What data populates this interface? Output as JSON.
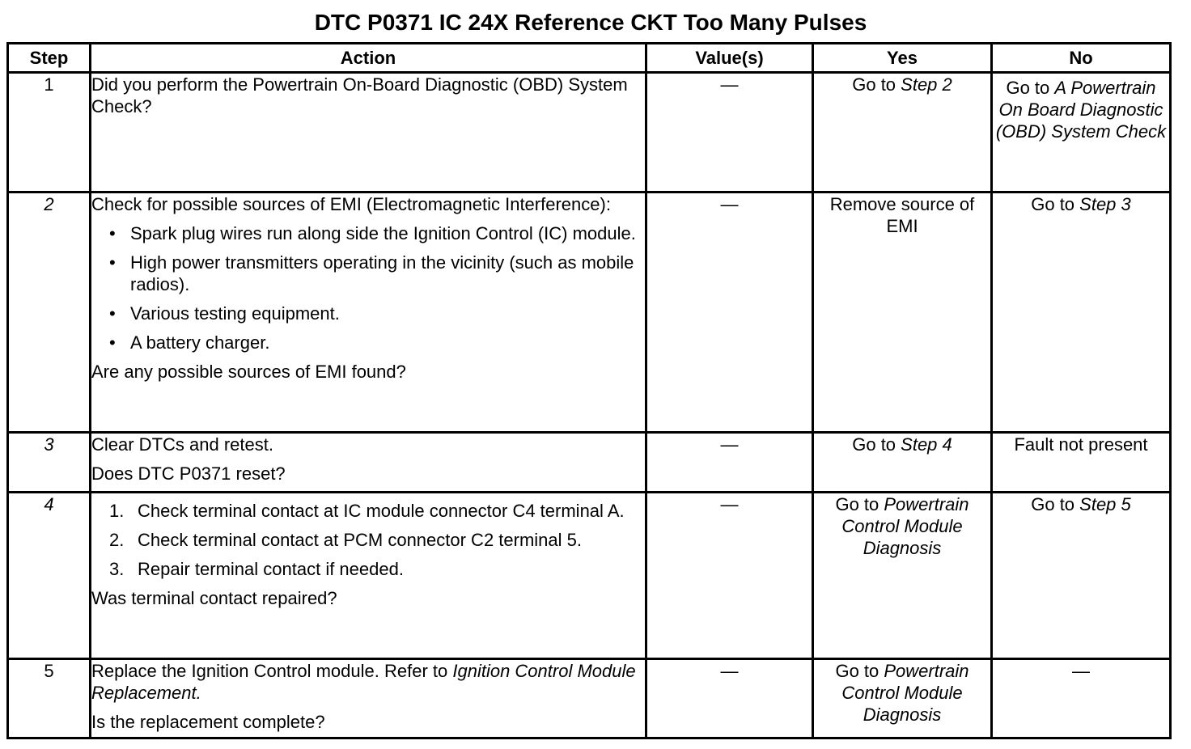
{
  "title": "DTC P0371 IC 24X Reference CKT Too Many Pulses",
  "headers": {
    "step": "Step",
    "action": "Action",
    "value": "Value(s)",
    "yes": "Yes",
    "no": "No"
  },
  "rows": [
    {
      "step": "1",
      "action_text": "Did you perform the Powertrain On-Board Diagnostic (OBD) System Check?",
      "value": "—",
      "yes_prefix": "Go to ",
      "yes_link": "Step 2",
      "no_prefix": "Go to ",
      "no_link": "A Powertrain On Board Diagnostic (OBD) System Check"
    },
    {
      "step": "2",
      "action_intro": "Check for possible sources of EMI (Electromagnetic Interference):",
      "bullets": [
        "Spark plug wires run along side the Ignition Control (IC) module.",
        "High power transmitters operating in the vicinity (such as mobile radios).",
        "Various testing equipment.",
        "A battery charger."
      ],
      "action_question": "Are any possible sources of EMI found?",
      "value": "—",
      "yes_text": "Remove source of EMI",
      "no_prefix": "Go to ",
      "no_link": "Step 3"
    },
    {
      "step": "3",
      "action_line1": "Clear DTCs and retest.",
      "action_question": "Does DTC P0371 reset?",
      "value": "—",
      "yes_prefix": "Go to ",
      "yes_link": "Step 4",
      "no_text": "Fault not present"
    },
    {
      "step": "4",
      "numbered": [
        {
          "n": "1.",
          "text": "Check terminal contact at IC module connector C4 terminal A."
        },
        {
          "n": "2.",
          "text": "Check terminal contact at PCM connector C2 terminal 5."
        },
        {
          "n": "3.",
          "text": "Repair terminal contact if needed."
        }
      ],
      "action_question": "Was terminal contact repaired?",
      "value": "—",
      "yes_prefix": "Go to ",
      "yes_link": "Powertrain Control Module Diagnosis",
      "no_prefix": "Go to ",
      "no_link": "Step 5"
    },
    {
      "step": "5",
      "action_text": "Replace the Ignition Control module. Refer to ",
      "action_link": "Ignition Control Module Replacement.",
      "action_question": "Is the replacement complete?",
      "value": "—",
      "yes_prefix": "Go to ",
      "yes_link": "Powertrain Control Module Diagnosis",
      "no": "—"
    }
  ]
}
